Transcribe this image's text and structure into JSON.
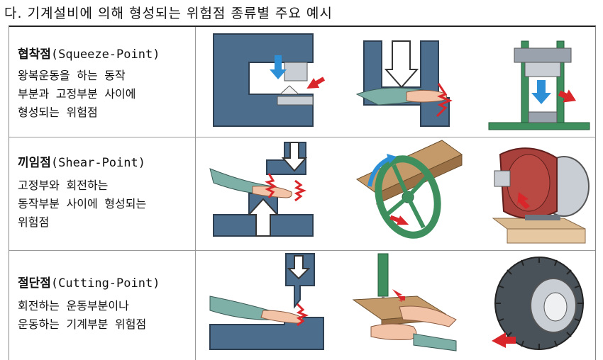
{
  "title": "다. 기계설비에 의해 형성되는 위험점 종류별 주요 예시",
  "rows": [
    {
      "name_ko": "협착점",
      "name_en": "(Squeeze-Point)",
      "desc": [
        "왕복운동을 하는 동작",
        "부분과 고정부분 사이에",
        "형성되는 위험점"
      ]
    },
    {
      "name_ko": "끼임점",
      "name_en": "(Shear-Point)",
      "desc": [
        "고정부와 회전하는",
        "동작부분 사이에 형성되는",
        "위험점"
      ]
    },
    {
      "name_ko": "절단점",
      "name_en": "(Cutting-Point)",
      "desc": [
        "회전하는 운동부분이나",
        "운동하는 기계부분 위험점"
      ]
    }
  ],
  "colors": {
    "machine_blue": "#4d6d8c",
    "machine_green": "#3f8f5e",
    "arrow_red": "#d8262b",
    "arrow_blue": "#2d8fd5",
    "skin": "#f2c3a6",
    "sleeve": "#7fb0a8"
  }
}
